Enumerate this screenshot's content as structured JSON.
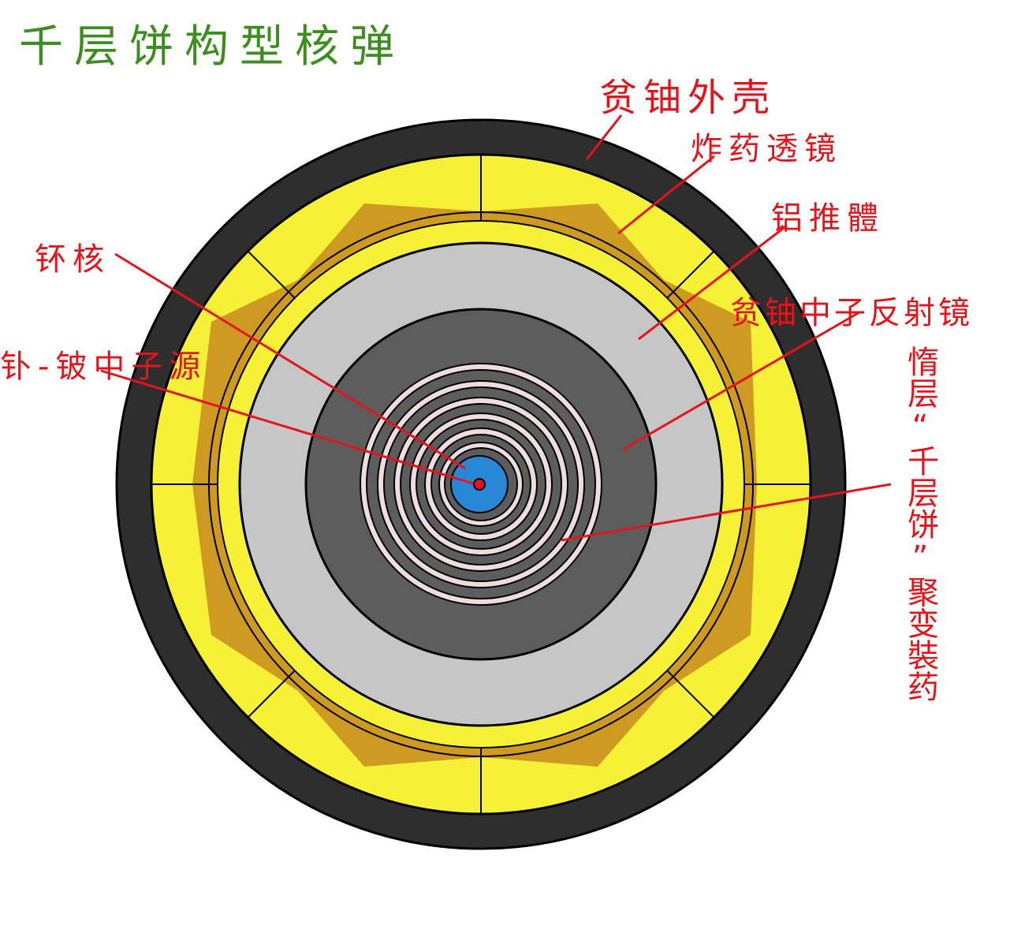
{
  "title": "千层饼构型核弹",
  "labels": {
    "casing": "贫铀外壳",
    "lens": "炸药透镜",
    "pusher": "铝推體",
    "pit": "钚核",
    "initiator": "钋-铍中子源",
    "reflector": "贫铀中子反射镜",
    "layered": "惰层“千层饼”聚变裝药"
  },
  "colors": {
    "casing": "#2e2e2e",
    "lens_fast": "#f6f137",
    "lens_slow": "#cf9a22",
    "pusher": "#c6c6c6",
    "reflector": "#5d5d5d",
    "layer_light": "#efdcdf",
    "pit": "#2a87d8",
    "label": "#e3141b",
    "title": "#3c8f1f"
  }
}
